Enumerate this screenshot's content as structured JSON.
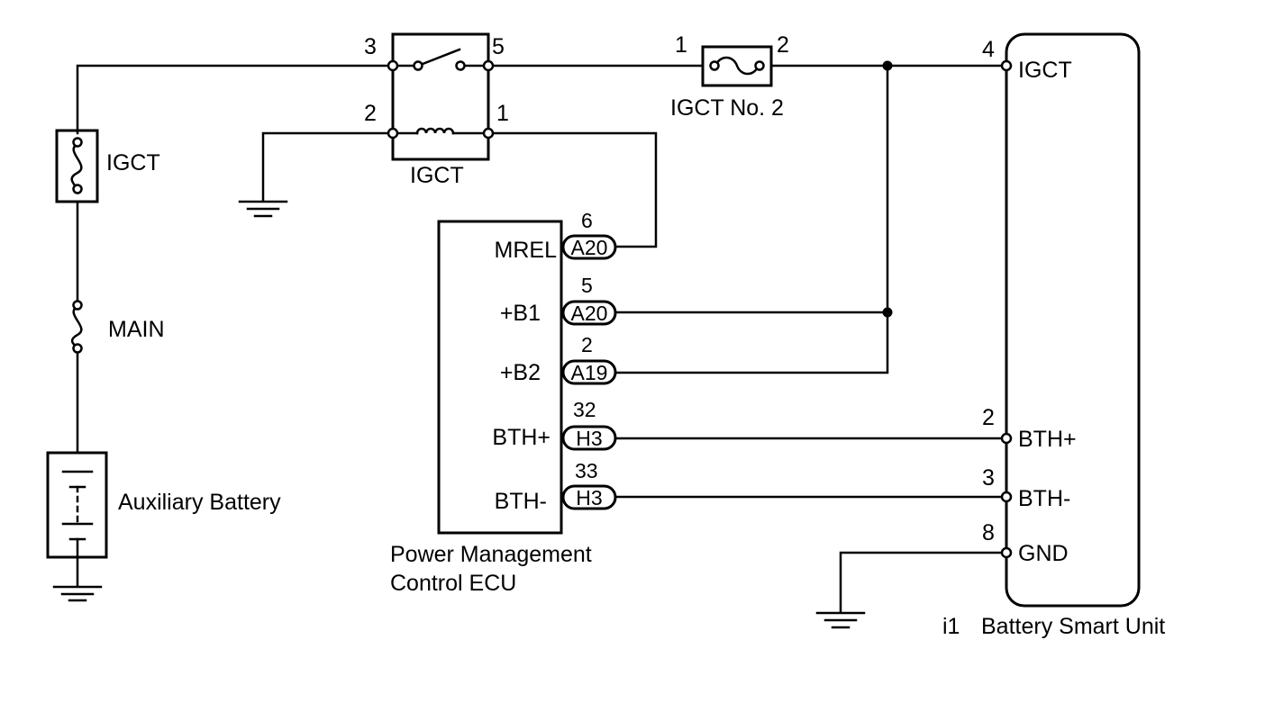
{
  "components": {
    "relay": {
      "label": "IGCT",
      "pins": {
        "p3": "3",
        "p5": "5",
        "p2": "2",
        "p1": "1"
      }
    },
    "fuse_igct": {
      "label": "IGCT"
    },
    "fuse_main": {
      "label": "MAIN"
    },
    "battery": {
      "label": "Auxiliary Battery"
    },
    "fuse_igct_no2": {
      "label": "IGCT No. 2",
      "pins": {
        "p1": "1",
        "p2": "2"
      }
    },
    "ecu": {
      "label_line1": "Power Management",
      "label_line2": "Control ECU",
      "terminals": [
        {
          "name": "MREL",
          "connector": "A20",
          "pin": "6"
        },
        {
          "name": "+B1",
          "connector": "A20",
          "pin": "5"
        },
        {
          "name": "+B2",
          "connector": "A19",
          "pin": "2"
        },
        {
          "name": "BTH+",
          "connector": "H3",
          "pin": "32"
        },
        {
          "name": "BTH-",
          "connector": "H3",
          "pin": "33"
        }
      ]
    },
    "bsu": {
      "code": "i1",
      "label": "Battery Smart Unit",
      "terminals": [
        {
          "name": "IGCT",
          "pin": "4"
        },
        {
          "name": "BTH+",
          "pin": "2"
        },
        {
          "name": "BTH-",
          "pin": "3"
        },
        {
          "name": "GND",
          "pin": "8"
        }
      ]
    }
  }
}
